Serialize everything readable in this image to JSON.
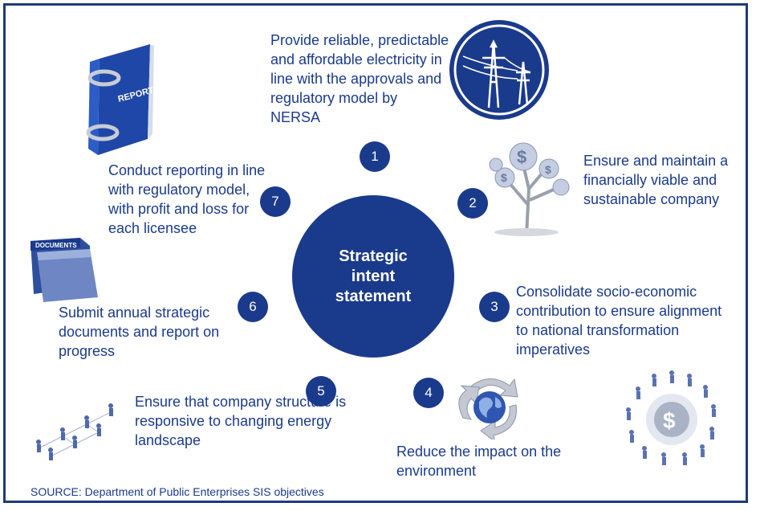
{
  "center_label": "Strategic intent statement",
  "objectives": [
    {
      "number": "1",
      "text": "Provide reliable, predictable and affordable electricity in line with the approvals and regulatory model by NERSA"
    },
    {
      "number": "2",
      "text": "Ensure and maintain a financially viable and sustainable company"
    },
    {
      "number": "3",
      "text": "Consolidate socio-economic contribution to ensure alignment to national transformation imperatives"
    },
    {
      "number": "4",
      "text": "Reduce the impact on the environment"
    },
    {
      "number": "5",
      "text": "Ensure that company structure is responsive to changing energy landscape"
    },
    {
      "number": "6",
      "text": "Submit annual strategic documents and report on progress"
    },
    {
      "number": "7",
      "text": "Conduct reporting in line with regulatory model, with profit and loss for each licensee"
    }
  ],
  "illustrations": {
    "report_binder_label": "REPORT",
    "documents_folder_label": "DOCUMENTS",
    "money_symbol": "$"
  },
  "source": "SOURCE: Department of Public Enterprises SIS objectives",
  "colors": {
    "primary": "#1a3a8c",
    "border": "#1f3a7a"
  }
}
